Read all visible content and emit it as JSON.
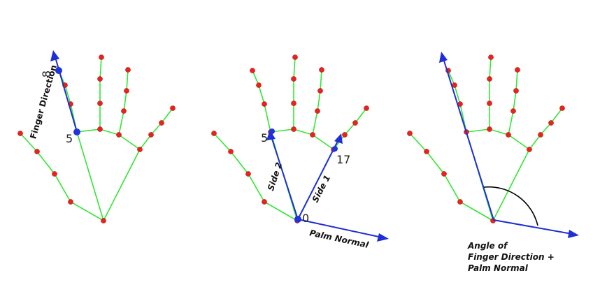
{
  "panels": [
    {
      "name": "finger-direction",
      "keypoint_labels": [
        "8",
        "5"
      ],
      "vector_labels": [
        "Finger Direction"
      ]
    },
    {
      "name": "palm-normal",
      "keypoint_labels": [
        "5",
        "0",
        "17"
      ],
      "vector_labels": [
        "Side 2",
        "Side 1",
        "Palm Normal"
      ]
    },
    {
      "name": "angle",
      "caption_lines": [
        "Angle of",
        "Finger Direction +",
        "Palm Normal"
      ]
    }
  ],
  "colors": {
    "bone": "#33e633",
    "joint": "#e8231e",
    "vector": "#1f2ed6",
    "arc": "#000000"
  }
}
